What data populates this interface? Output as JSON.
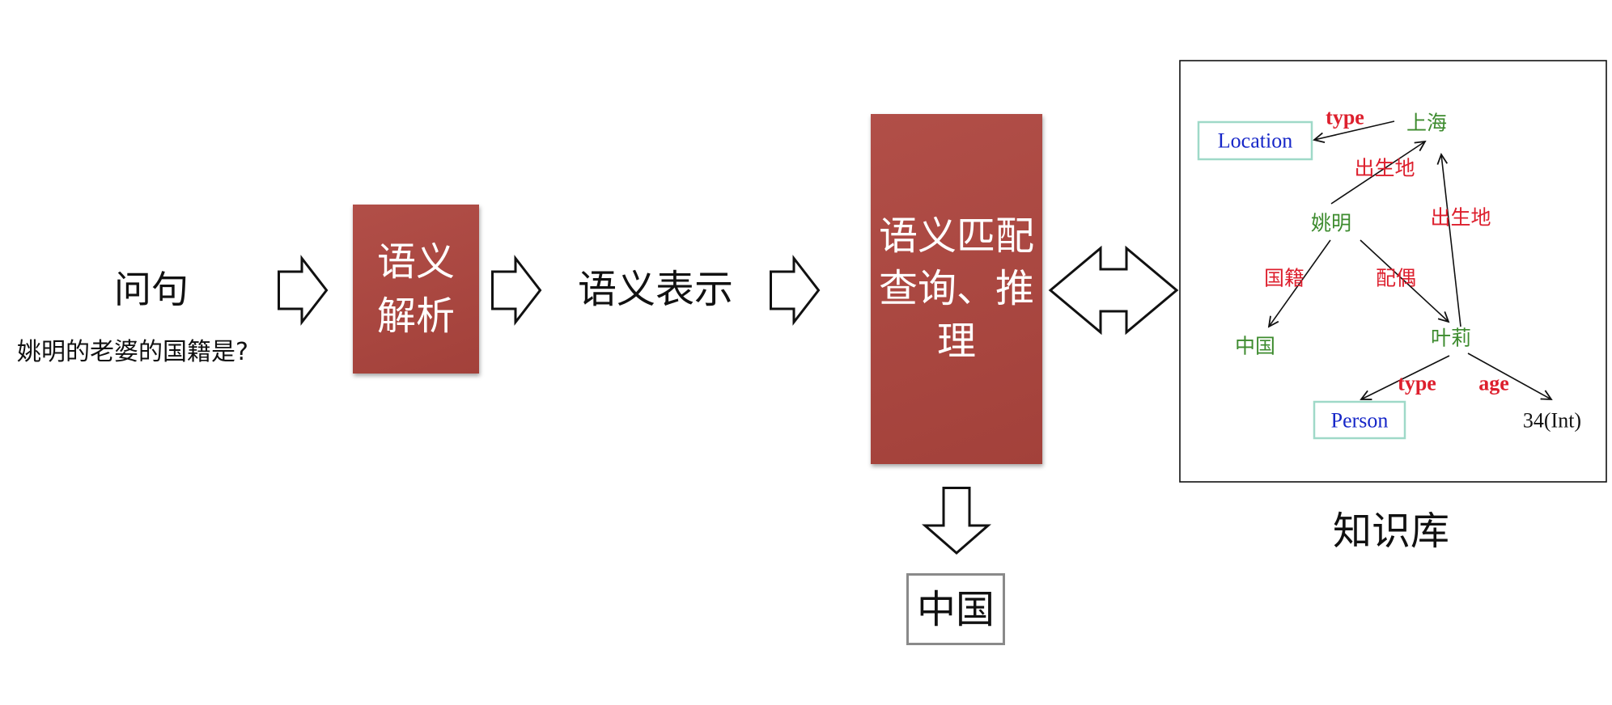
{
  "question": {
    "title": "问句",
    "example": "姚明的老婆的国籍是?"
  },
  "pipeline": {
    "semantic_parsing": {
      "lines": [
        "语义",
        "解析"
      ]
    },
    "semantic_representation": "语义表示",
    "matching_reasoning": {
      "lines": [
        "语义匹配",
        "查询、推",
        "理"
      ]
    },
    "answer": "中国"
  },
  "knowledge_base": {
    "label": "知识库",
    "entities": {
      "shanghai": "上海",
      "yao_ming": "姚明",
      "china": "中国",
      "ye_li": "叶莉"
    },
    "types": {
      "location": "Location",
      "person": "Person"
    },
    "literals": {
      "age_value": "34(Int)"
    },
    "relations": {
      "shanghai_type": "type",
      "yao_ming_birthplace": "出生地",
      "ye_li_birthplace": "出生地",
      "yao_ming_nationality": "国籍",
      "yao_ming_spouse": "配偶",
      "ye_li_type": "type",
      "ye_li_age": "age"
    }
  },
  "icons": {
    "flow": "hollow-right-arrow-icon",
    "bidirectional": "hollow-double-arrow-icon",
    "output": "hollow-down-arrow-icon"
  },
  "colors": {
    "process_box": "#ad453e",
    "entity": "#3d8b2e",
    "relation": "#dd1f2d",
    "type": "#1626c8",
    "type_box_border": "#9fd9c8",
    "answer_box_border": "#8a8a8a"
  }
}
